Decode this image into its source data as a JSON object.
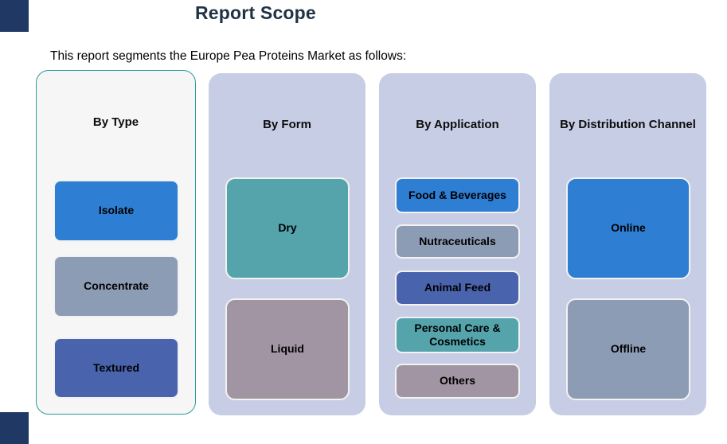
{
  "title": "Report Scope",
  "subtitle": "This report segments the Europe Pea Proteins Market as follows:",
  "colors": {
    "blue": "#2e7ed3",
    "gray_blue": "#8d9cb5",
    "indigo": "#4a63ad",
    "teal": "#55a4ac",
    "mauve": "#a295a3",
    "panel": "#c7cde4",
    "panel_outline": "#2a9d9f",
    "corner_accent": "#1f3864",
    "title_text": "#203246"
  },
  "columns": [
    {
      "header": "By Type",
      "items": [
        {
          "label": "Isolate",
          "color": "blue"
        },
        {
          "label": "Concentrate",
          "color": "gray_blue"
        },
        {
          "label": "Textured",
          "color": "indigo"
        }
      ]
    },
    {
      "header": "By Form",
      "items": [
        {
          "label": "Dry",
          "color": "teal"
        },
        {
          "label": "Liquid",
          "color": "mauve"
        }
      ]
    },
    {
      "header": "By Application",
      "items": [
        {
          "label": "Food & Beverages",
          "color": "blue"
        },
        {
          "label": "Nutraceuticals",
          "color": "gray_blue"
        },
        {
          "label": "Animal Feed",
          "color": "indigo"
        },
        {
          "label": "Personal Care & Cosmetics",
          "color": "teal"
        },
        {
          "label": "Others",
          "color": "mauve"
        }
      ]
    },
    {
      "header": "By Distribution Channel",
      "items": [
        {
          "label": "Online",
          "color": "blue"
        },
        {
          "label": "Offline",
          "color": "gray_blue"
        }
      ]
    }
  ]
}
